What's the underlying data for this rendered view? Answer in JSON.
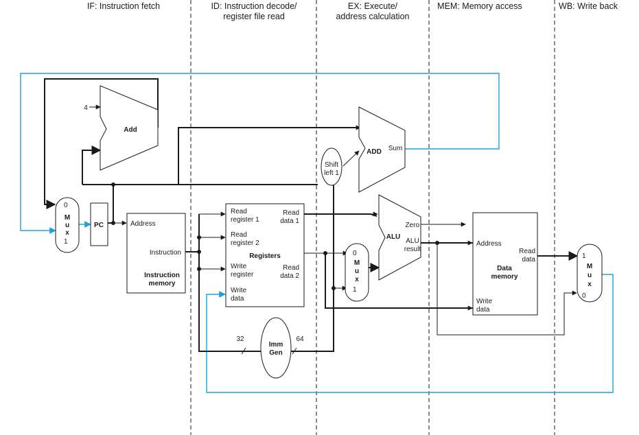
{
  "stages": {
    "if": "IF: Instruction fetch",
    "id_line1": "ID: Instruction decode/",
    "id_line2": "register file read",
    "ex_line1": "EX: Execute/",
    "ex_line2": "address calculation",
    "mem": "MEM: Memory access",
    "wb": "WB: Write back"
  },
  "fetch": {
    "four": "4",
    "add": "Add",
    "pc": "PC",
    "mux_letters": [
      "M",
      "u",
      "x"
    ],
    "mux_in0": "0",
    "mux_in1": "1",
    "imem_address": "Address",
    "imem_instruction": "Instruction",
    "imem_name_1": "Instruction",
    "imem_name_2": "memory"
  },
  "decode": {
    "read_reg1_a": "Read",
    "read_reg1_b": "register 1",
    "read_reg2_a": "Read",
    "read_reg2_b": "register 2",
    "write_reg_a": "Write",
    "write_reg_b": "register",
    "write_data_a": "Write",
    "write_data_b": "data",
    "read_data1_a": "Read",
    "read_data1_b": "data 1",
    "read_data2_a": "Read",
    "read_data2_b": "data 2",
    "registers": "Registers",
    "imm_gen_1": "Imm",
    "imm_gen_2": "Gen",
    "bits_in": "32",
    "bits_out": "64"
  },
  "execute": {
    "shift_1": "Shift",
    "shift_2": "left 1",
    "add": "ADD",
    "sum": "Sum",
    "alu": "ALU",
    "zero": "Zero",
    "alu_result_1": "ALU",
    "alu_result_2": "result",
    "mux_letters": [
      "M",
      "u",
      "x"
    ],
    "mux_in0": "0",
    "mux_in1": "1"
  },
  "memory": {
    "address": "Address",
    "read_data_1": "Read",
    "read_data_2": "data",
    "name_1": "Data",
    "name_2": "memory",
    "write_data_1": "Write",
    "write_data_2": "data"
  },
  "writeback": {
    "mux_letters": [
      "M",
      "u",
      "x"
    ],
    "mux_in1": "1",
    "mux_in0": "0"
  },
  "colors": {
    "wire": "#1a1a1a",
    "feedback": "#1ea0dc"
  }
}
